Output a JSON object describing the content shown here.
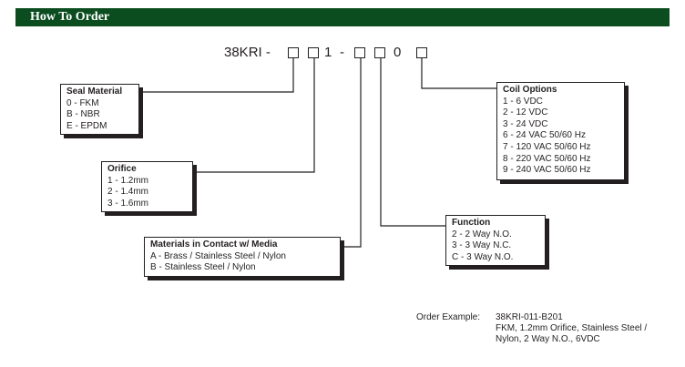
{
  "header": {
    "title": "How To Order"
  },
  "code": {
    "prefix": "38KRI -",
    "one": "1",
    "dash": "-",
    "zero": "0"
  },
  "seal": {
    "title": "Seal Material",
    "options": [
      "0 - FKM",
      "B - NBR",
      "E - EPDM"
    ]
  },
  "orifice": {
    "title": "Orifice",
    "options": [
      "1 - 1.2mm",
      "2 - 1.4mm",
      "3 - 1.6mm"
    ]
  },
  "materials": {
    "title": "Materials in Contact w/ Media",
    "options": [
      "A - Brass / Stainless Steel / Nylon",
      "B - Stainless Steel / Nylon"
    ]
  },
  "function": {
    "title": "Function",
    "options": [
      "2 - 2 Way N.O.",
      "3 - 3 Way N.C.",
      "C - 3 Way N.O."
    ]
  },
  "coil": {
    "title": "Coil Options",
    "options": [
      "1 - 6 VDC",
      "2 - 12 VDC",
      "3 - 24 VDC",
      "6 - 24 VAC 50/60 Hz",
      "7 - 120 VAC 50/60 Hz",
      "8 - 220 VAC 50/60 Hz",
      "9 - 240 VAC 50/60 Hz"
    ]
  },
  "example": {
    "label": "Order Example:",
    "lines": [
      "38KRI-011-B201",
      "FKM, 1.2mm Orifice, Stainless Steel /",
      "Nylon, 2 Way N.O., 6VDC"
    ]
  }
}
